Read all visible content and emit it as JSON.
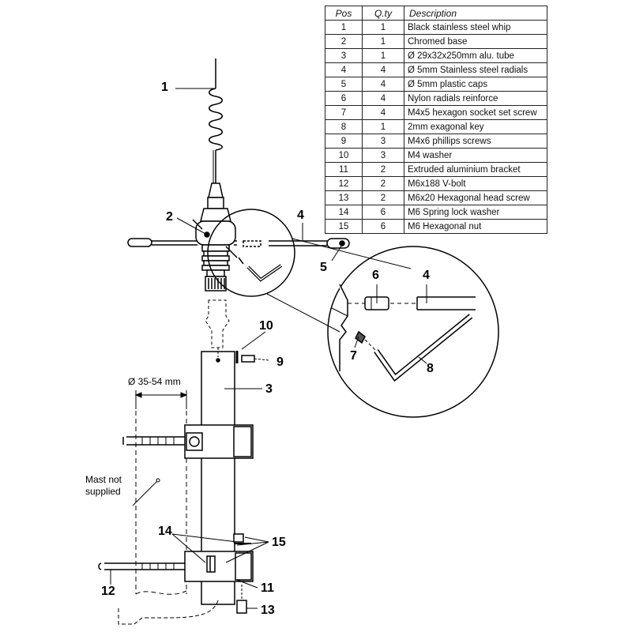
{
  "table": {
    "headers": {
      "pos": "Pos",
      "qty": "Q.ty",
      "desc": "Description"
    },
    "rows": [
      {
        "pos": "1",
        "qty": "1",
        "desc": "Black stainless steel whip"
      },
      {
        "pos": "2",
        "qty": "1",
        "desc": "Chromed base"
      },
      {
        "pos": "3",
        "qty": "1",
        "desc": "Ø 29x32x250mm alu. tube"
      },
      {
        "pos": "4",
        "qty": "4",
        "desc": "Ø 5mm Stainless steel radials"
      },
      {
        "pos": "5",
        "qty": "4",
        "desc": "Ø 5mm plastic caps"
      },
      {
        "pos": "6",
        "qty": "4",
        "desc": "Nylon radials reinforce"
      },
      {
        "pos": "7",
        "qty": "4",
        "desc": "M4x5 hexagon socket set screw"
      },
      {
        "pos": "8",
        "qty": "1",
        "desc": "2mm exagonal key"
      },
      {
        "pos": "9",
        "qty": "3",
        "desc": "M4x6 phillips screws"
      },
      {
        "pos": "10",
        "qty": "3",
        "desc": "M4 washer"
      },
      {
        "pos": "11",
        "qty": "2",
        "desc": "Extruded aluminium bracket"
      },
      {
        "pos": "12",
        "qty": "2",
        "desc": "M6x188 V-bolt"
      },
      {
        "pos": "13",
        "qty": "2",
        "desc": "M6x20 Hexagonal head screw"
      },
      {
        "pos": "14",
        "qty": "6",
        "desc": "M6 Spring lock washer"
      },
      {
        "pos": "15",
        "qty": "6",
        "desc": "M6 Hexagonal nut"
      }
    ]
  },
  "callouts": {
    "c1": "1",
    "c2": "2",
    "c3": "3",
    "c4": "4",
    "c5": "5",
    "c6": "6",
    "c4b": "4",
    "c7": "7",
    "c8": "8",
    "c9": "9",
    "c10": "10",
    "c11": "11",
    "c12": "12",
    "c13": "13",
    "c14": "14",
    "c15": "15"
  },
  "dimension": {
    "label": "Ø 35-54 mm"
  },
  "mast_note": {
    "line1": "Mast not",
    "line2": "supplied"
  }
}
